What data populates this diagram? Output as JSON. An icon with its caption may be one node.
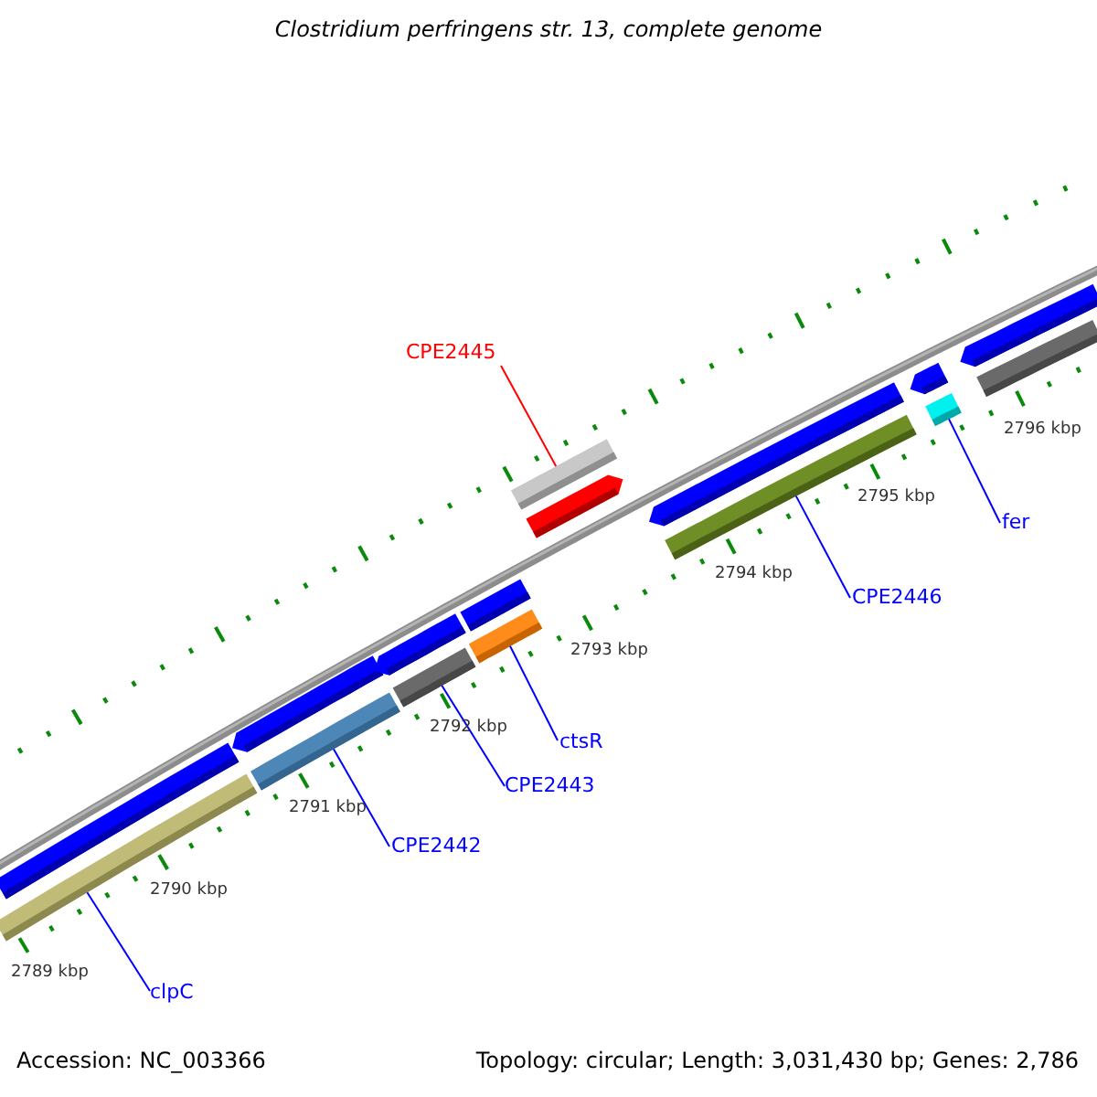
{
  "diagram": {
    "title": "Clostridium perfringens str. 13, complete genome",
    "nodes": [
      {
        "text": [
          "CPE2445"
        ]
      },
      {
        "text": [
          "fer"
        ]
      },
      {
        "text": [
          "CPE2446"
        ]
      },
      {
        "text": [
          "ctsR"
        ]
      },
      {
        "text": [
          "CPE2443"
        ]
      },
      {
        "text": [
          "CPE2442"
        ]
      },
      {
        "text": [
          "clpC"
        ]
      },
      {
        "text": [],
        "shape": "bar"
      },
      {
        "text": [],
        "shape": "bar"
      },
      {
        "text": [],
        "shape": "bar"
      },
      {
        "text": [],
        "shape": "bar"
      },
      {
        "text": [],
        "shape": "bar"
      },
      {
        "text": [],
        "shape": "bar"
      },
      {
        "text": [],
        "shape": "bar"
      }
    ],
    "edges": [
      {
        "from": 0,
        "to": 11,
        "arrow": "none",
        "color": "#ff0000"
      },
      {
        "from": 1,
        "to": 13,
        "arrow": "none"
      },
      {
        "from": 2,
        "to": 12,
        "arrow": "none"
      },
      {
        "from": 3,
        "to": 10,
        "arrow": "none"
      },
      {
        "from": 4,
        "to": 9,
        "arrow": "none"
      },
      {
        "from": 5,
        "to": 8,
        "arrow": "none"
      },
      {
        "from": 6,
        "to": 7,
        "arrow": "none"
      }
    ],
    "labels": [
      "2796 kbp",
      "2795 kbp",
      "2794 kbp",
      "2793 kbp",
      "2792 kbp",
      "2791 kbp",
      "2790 kbp",
      "2789 kbp",
      "Accession: NC_003366",
      "Topology: circular; Length: 3,031,430 bp; Genes: 2,786"
    ]
  }
}
